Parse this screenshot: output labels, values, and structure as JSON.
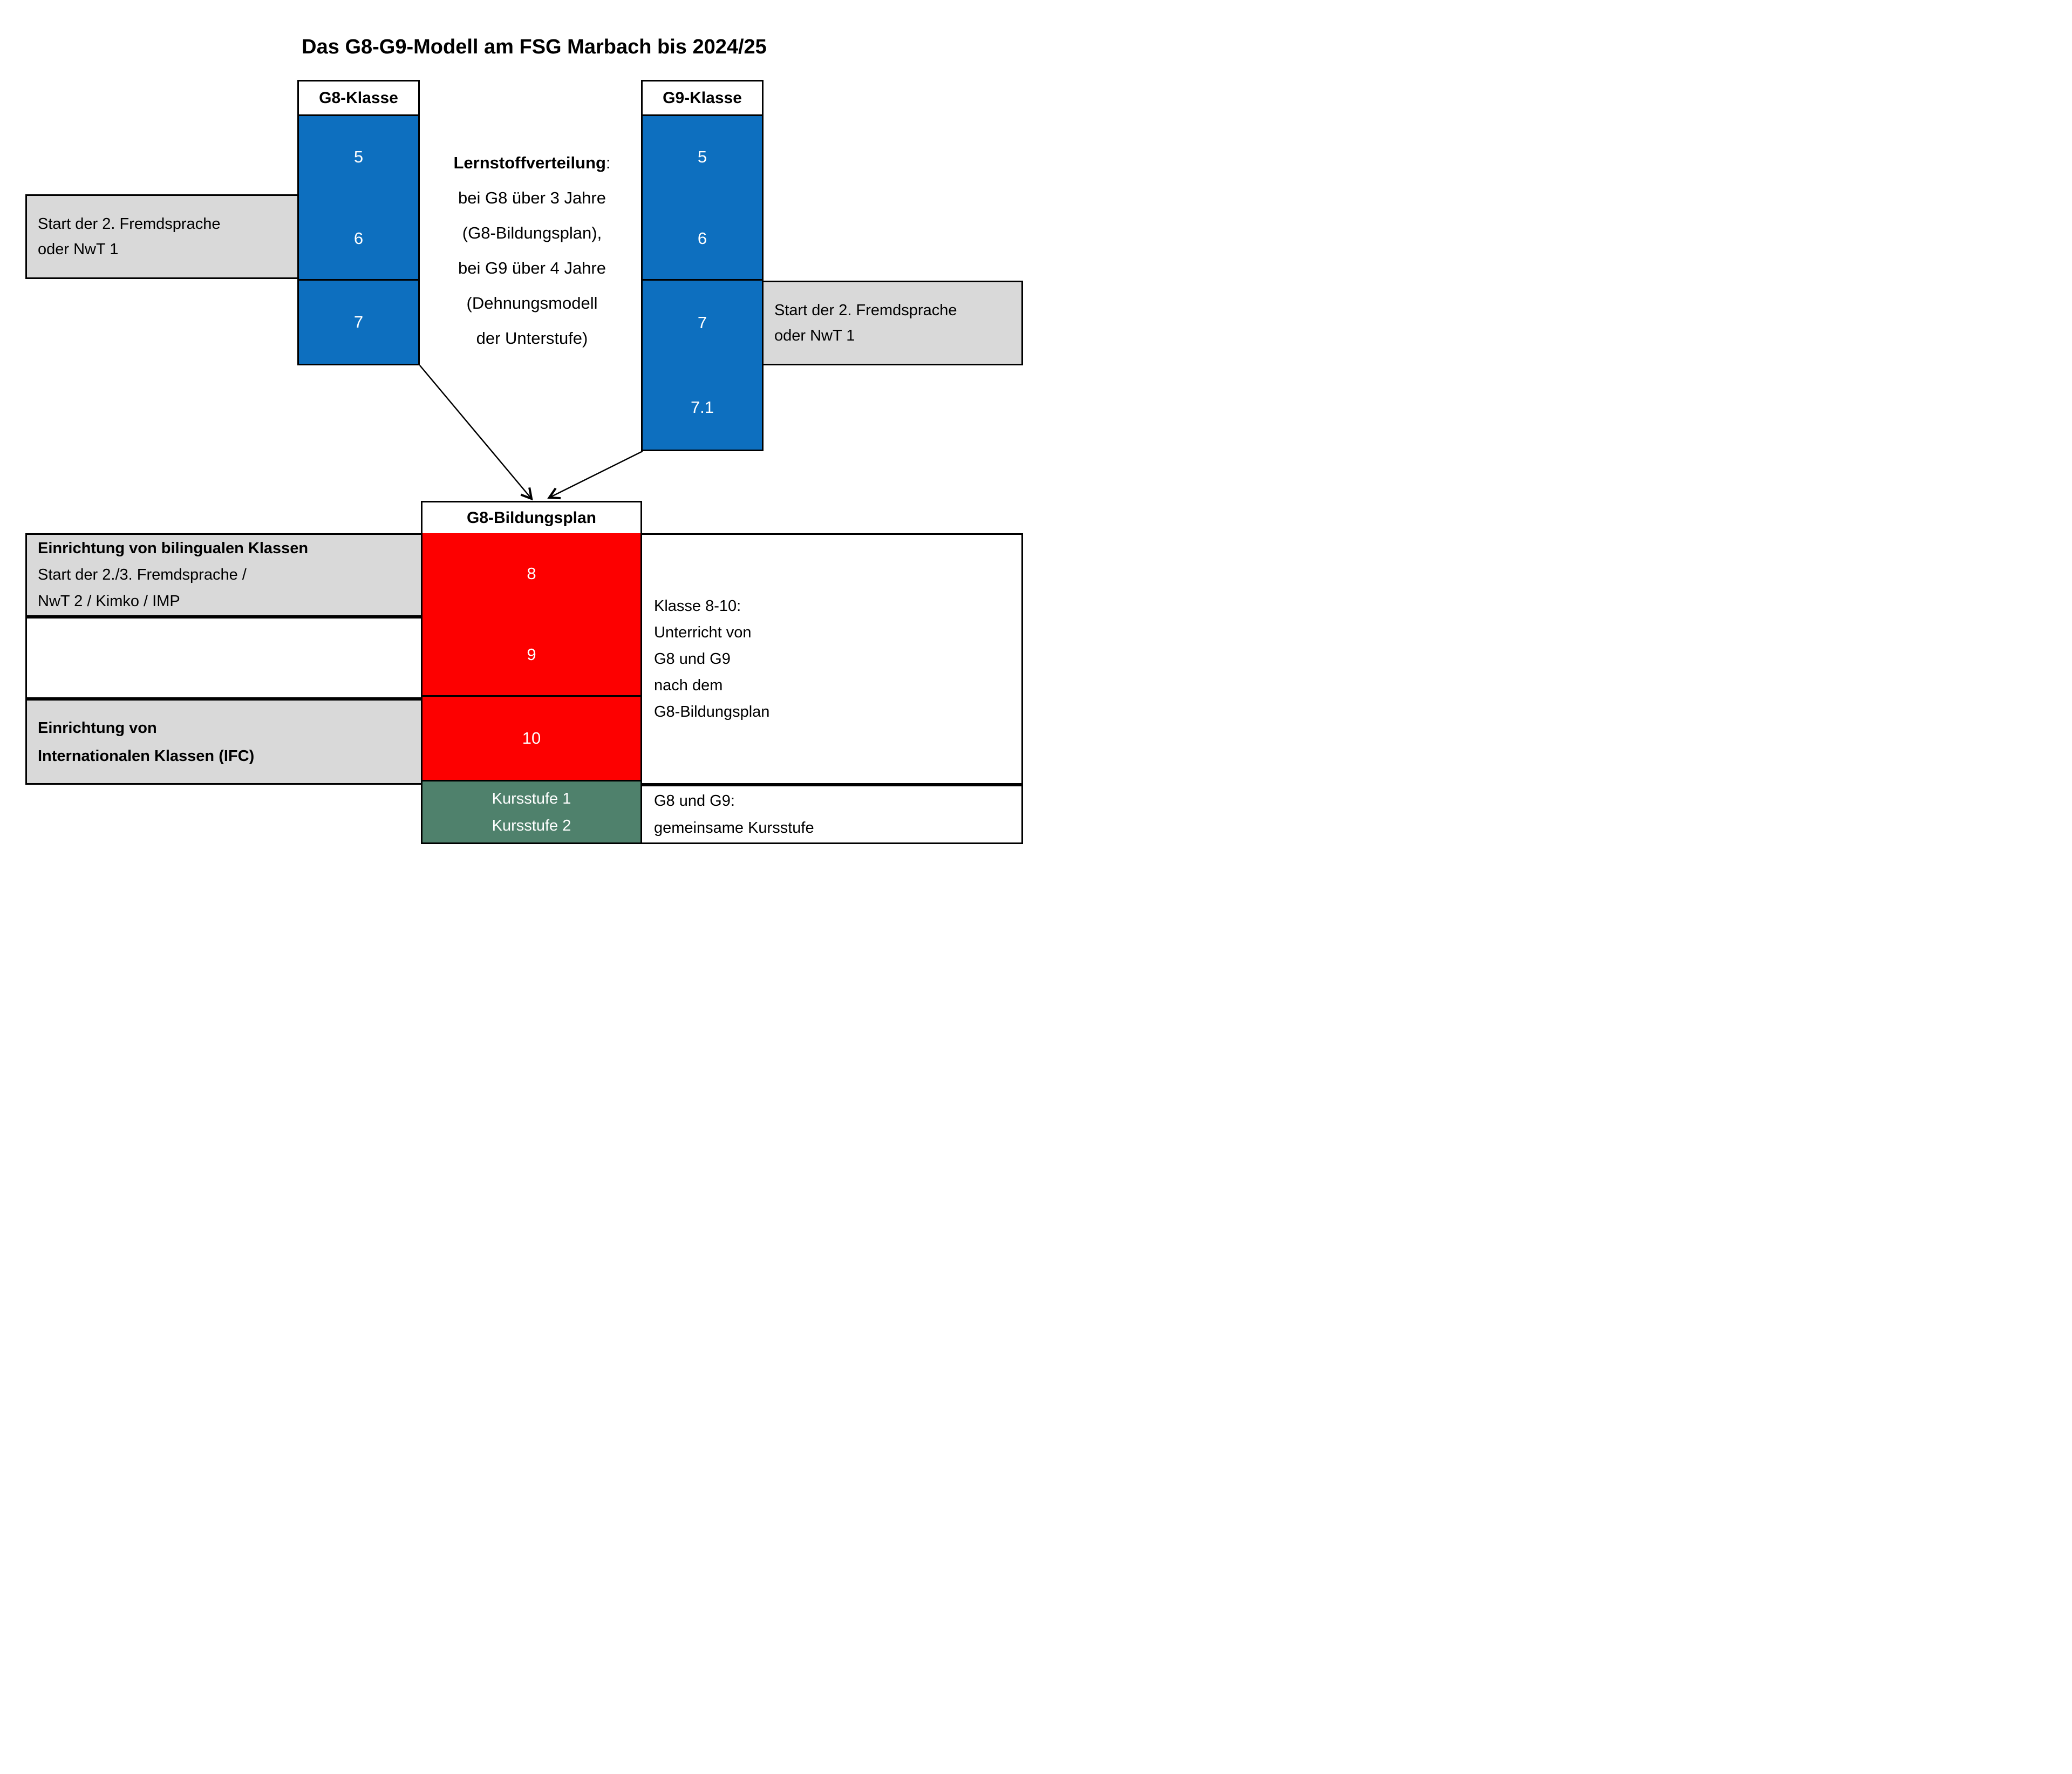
{
  "title": "Das G8-G9-Modell am FSG Marbach bis 2024/25",
  "colors": {
    "blue": "#0d6fbf",
    "red": "#fd0000",
    "gray": "#d9d9d9",
    "green": "#4f816c",
    "border": "#000000"
  },
  "g8": {
    "header": "G8-Klasse",
    "years": [
      "5",
      "6",
      "7"
    ]
  },
  "g9": {
    "header": "G9-Klasse",
    "years": [
      "5",
      "6",
      "7",
      "7.1"
    ]
  },
  "center_note": {
    "bold": "Lernstoffverteilung",
    "colon": ":",
    "lines": [
      "bei G8 über 3 Jahre",
      "(G8-Bildungsplan),",
      "bei G9 über 4 Jahre",
      "(Dehnungsmodell",
      "der Unterstufe)"
    ]
  },
  "left_note_g8": {
    "lines": [
      "Start der 2. Fremdsprache",
      "oder NwT 1"
    ]
  },
  "right_note_g9": {
    "lines": [
      "Start der 2. Fremdsprache",
      "oder NwT 1"
    ]
  },
  "bildungsplan": {
    "header": "G8-Bildungsplan",
    "years": [
      "8",
      "9",
      "10"
    ],
    "kursstufe": [
      "Kursstufe 1",
      "Kursstufe 2"
    ]
  },
  "left_note_8": {
    "bold_line": "Einrichtung von bilingualen Klassen",
    "lines": [
      "Start der 2./3. Fremdsprache /",
      "NwT 2 / Kimko / IMP"
    ]
  },
  "left_note_10": {
    "lines": [
      "Einrichtung von",
      "Internationalen Klassen (IFC)"
    ]
  },
  "right_note_810": {
    "lines": [
      "Klasse 8-10:",
      "Unterricht von",
      "G8 und G9",
      "nach dem",
      "G8-Bildungsplan"
    ]
  },
  "right_note_kursstufe": {
    "lines": [
      "G8 und G9:",
      "gemeinsame Kursstufe"
    ]
  }
}
